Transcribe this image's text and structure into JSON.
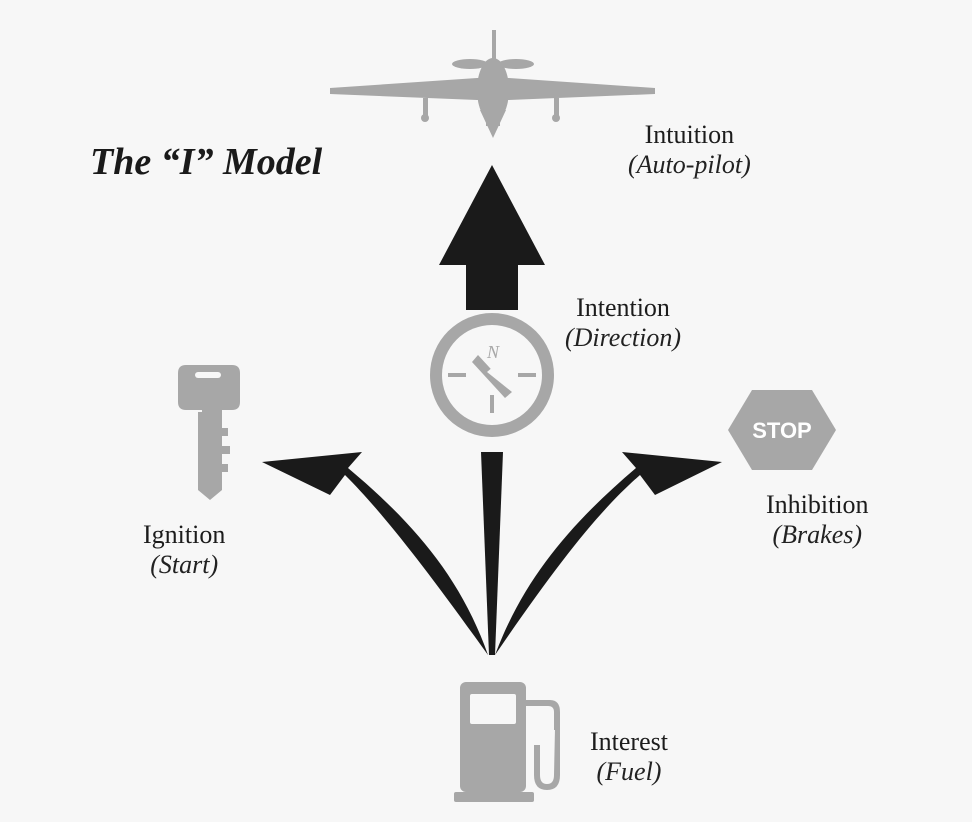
{
  "title": "The “I” Model",
  "nodes": {
    "intuition": {
      "name": "Intuition",
      "sub": "(Auto-pilot)",
      "icon": "airplane-icon"
    },
    "intention": {
      "name": "Intention",
      "sub": "(Direction)",
      "icon": "compass-icon"
    },
    "ignition": {
      "name": "Ignition",
      "sub": "(Start)",
      "icon": "key-icon"
    },
    "inhibition": {
      "name": "Inhibition",
      "sub": "(Brakes)",
      "icon": "stop-sign-icon"
    },
    "interest": {
      "name": "Interest",
      "sub": "(Fuel)",
      "icon": "fuel-pump-icon"
    }
  },
  "compass_letter": "N",
  "stop_text": "STOP",
  "colors": {
    "icon_gray": "#a7a7a7",
    "arrow_black": "#1a1a1a",
    "background": "#f7f7f7"
  }
}
